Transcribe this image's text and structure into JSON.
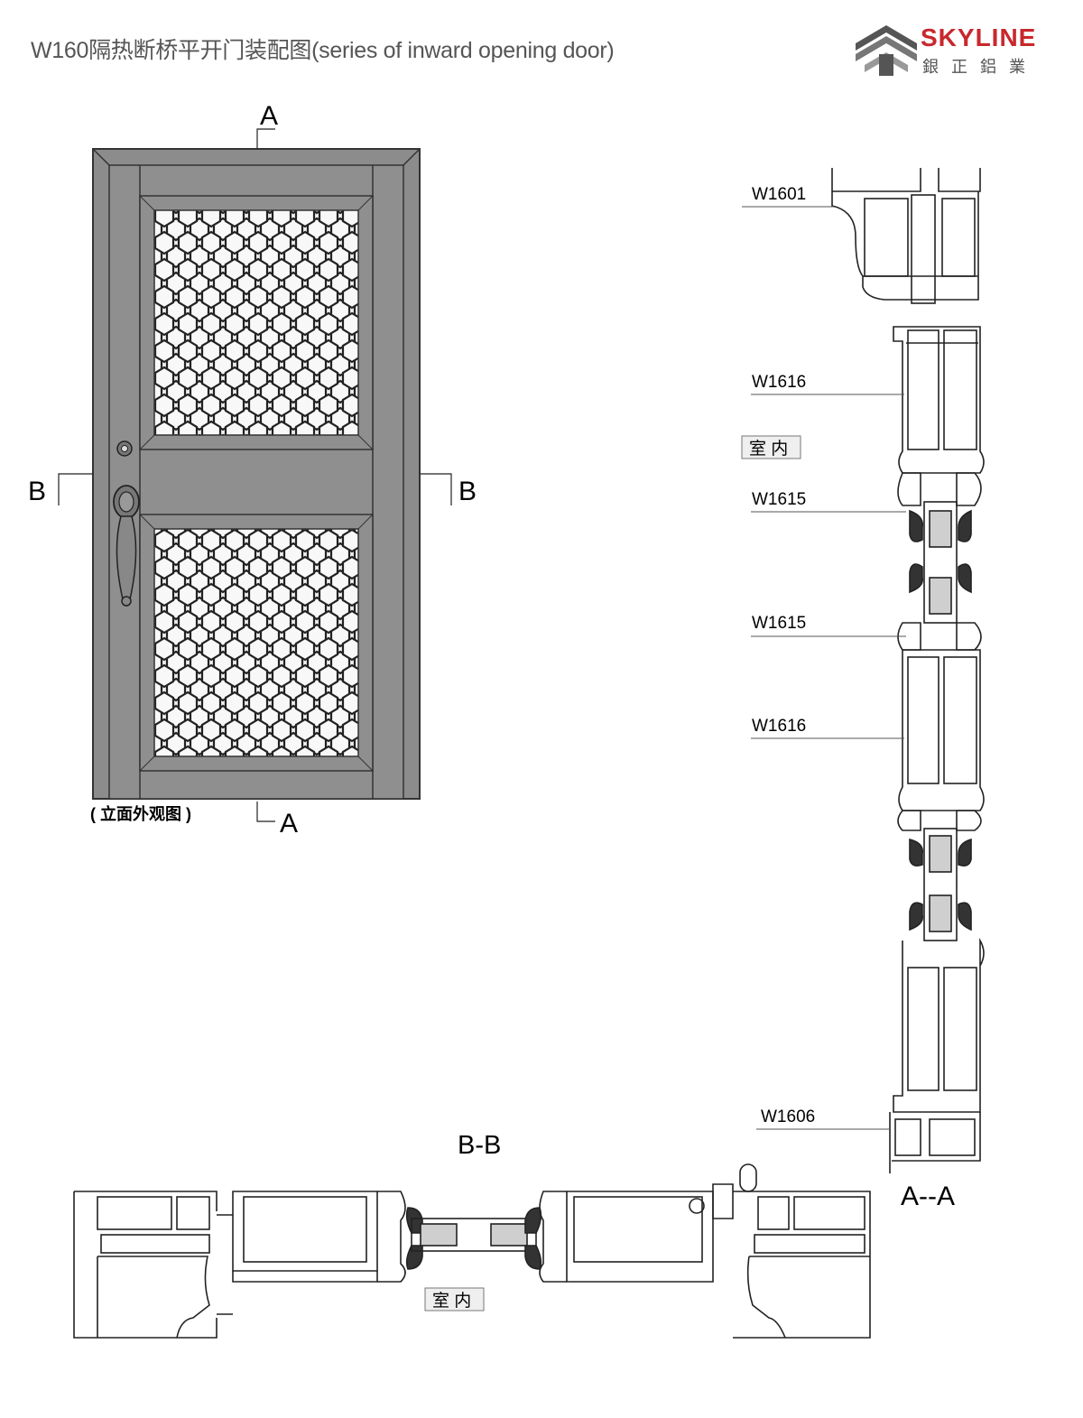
{
  "title": "W160隔热断桥平开门装配图(series of inward opening door)",
  "logo": {
    "name": "SKYLINE",
    "chinese": "銀正鋁業",
    "icon": "skyline-logo-icon",
    "brand_color": "#c8282d"
  },
  "elevation": {
    "caption": "( 立面外观图 )",
    "section_a_top": "A",
    "section_a_bottom": "A",
    "section_b_left": "B",
    "section_b_right": "B"
  },
  "section_aa": {
    "title": "A--A",
    "indoor_label": "室 内",
    "parts": [
      "W1601",
      "W1616",
      "W1615",
      "W1615",
      "W1616",
      "W1606"
    ]
  },
  "section_bb": {
    "title": "B-B",
    "indoor_label": "室 内"
  },
  "colors": {
    "door_fill": "#8c8c8c",
    "door_stroke": "#333333",
    "glass": "#eeeeee"
  }
}
